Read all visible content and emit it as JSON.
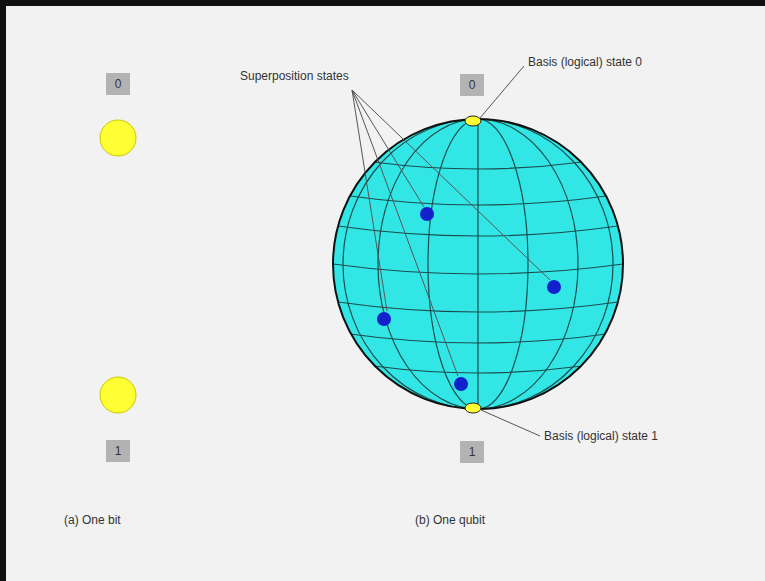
{
  "diagram": {
    "nodes": [
      {
        "text": [
          "0"
        ]
      },
      {
        "text": [
          "1"
        ]
      },
      {
        "text": [
          "0"
        ]
      },
      {
        "text": [
          "1"
        ]
      }
    ],
    "labels": [
      "(a) One bit",
      "Superposition states",
      "Basis (logical) state 0",
      "Basis (logical) state 1",
      "(b) One qubit"
    ]
  }
}
